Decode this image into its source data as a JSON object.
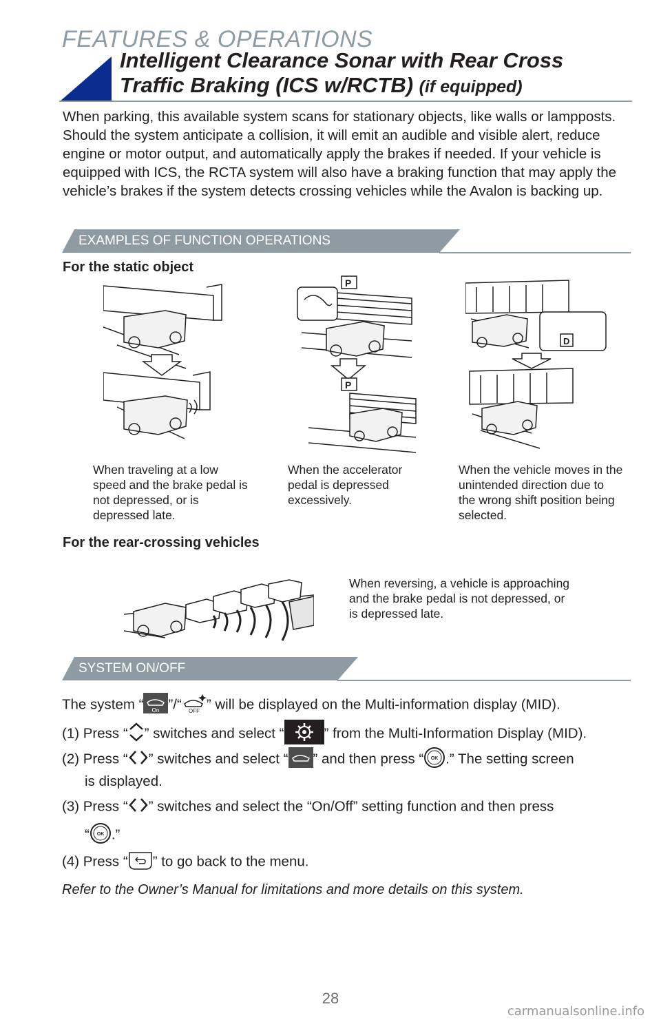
{
  "header": {
    "section": "FEATURES & OPERATIONS",
    "title_line1": "Intelligent Clearance Sonar with Rear Cross",
    "title_line2": "Traffic Braking (ICS w/RCTB)",
    "title_suffix": "(if equipped)"
  },
  "intro": "When parking, this available system scans for stationary objects, like walls or lampposts. Should the system anticipate a collision, it will emit an audible and visible alert, reduce engine or motor output, and automatically apply the brakes if needed. If your vehicle is equipped with ICS, the RCTA system will also have a braking function that may apply the vehicle’s brakes if the system detects crossing vehicles while the Avalon is backing up.",
  "examples": {
    "band_label": "EXAMPLES OF FUNCTION OPERATIONS",
    "static_heading": "For the static object",
    "captions": [
      "When traveling at a low speed and the brake pedal is not depressed, or is depressed late.",
      "When the accelerator pedal is depressed excessively.",
      "When the vehicle moves in the unintended direction due to the wrong shift position being selected."
    ],
    "rear_heading": "For the rear-crossing vehicles",
    "rear_caption": "When reversing, a vehicle is approaching and the brake pedal is not depressed, or is depressed late.",
    "parking_sign": "P",
    "shift_label": "D"
  },
  "onoff": {
    "band_label": "SYSTEM ON/OFF",
    "line0_a": "The system “",
    "line0_b": "”/“",
    "line0_c": "” will be displayed on the Multi-information display (MID).",
    "icon_on": "On",
    "icon_off": "OFF",
    "ok_label": "OK",
    "step1_a": "(1) Press “",
    "step1_b": "” switches and select “",
    "step1_c": "” from the Multi-Information Display (MID).",
    "step2_a": "(2) Press “",
    "step2_b": "” switches and select “",
    "step2_c": "” and then press “",
    "step2_d": ".” The setting screen",
    "step2_cont": "is displayed.",
    "step3_a": "(3) Press “",
    "step3_b": "” switches and select the “On/Off” setting function and then press",
    "step3_cont_a": "“",
    "step3_cont_b": ".”",
    "step4_a": "(4) Press “",
    "step4_b": "” to go back to the menu."
  },
  "footer_note": "Refer to the Owner’s Manual for limitations and more details on this system.",
  "page_number": "28",
  "watermark": "carmanualsonline.info",
  "colors": {
    "accent_blue": "#0b2d8f",
    "band_gray": "#8e9ba3",
    "text": "#231f20"
  }
}
